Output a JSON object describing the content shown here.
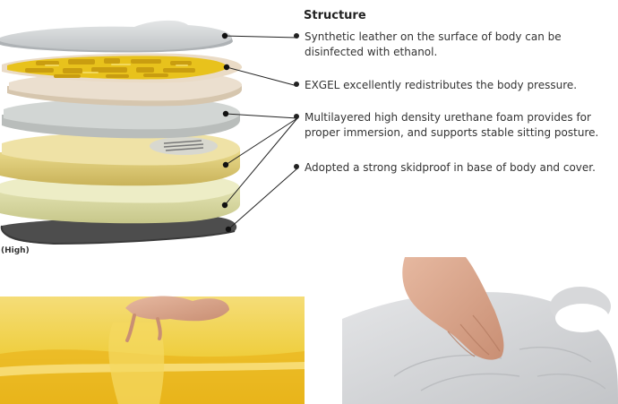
{
  "title": "Structure",
  "callouts": [
    {
      "line1": "Synthetic leather on the surface of body can be",
      "line2": "disinfected with ethanol."
    },
    {
      "line1": "EXGEL excellently redistributes the body pressure.",
      "line2": ""
    },
    {
      "line1": "Multilayered high density urethane foam provides for",
      "line2": "proper immersion, and supports stable sitting posture."
    },
    {
      "line1": "Adopted a strong skidproof in base of body and cover.",
      "line2": ""
    }
  ],
  "level_label": "(High)",
  "colors": {
    "leather_layer": "#cfd2d4",
    "gel_layer": "#e9c41e",
    "beige_layer": "#e5d7c4",
    "grey_foam": "#c9cdcb",
    "yellow_foam": "#ead99a",
    "lightyellow_foam": "#e3e3b0",
    "skidproof": "#4a4a4a",
    "gel_photo": "#f0cf4a",
    "cushion_photo": "#d5d6d8"
  },
  "icons": [
    "bullet-dot-icon",
    "leader-line",
    "hand-pressing-gel-photo",
    "hand-pressing-cushion-photo"
  ]
}
